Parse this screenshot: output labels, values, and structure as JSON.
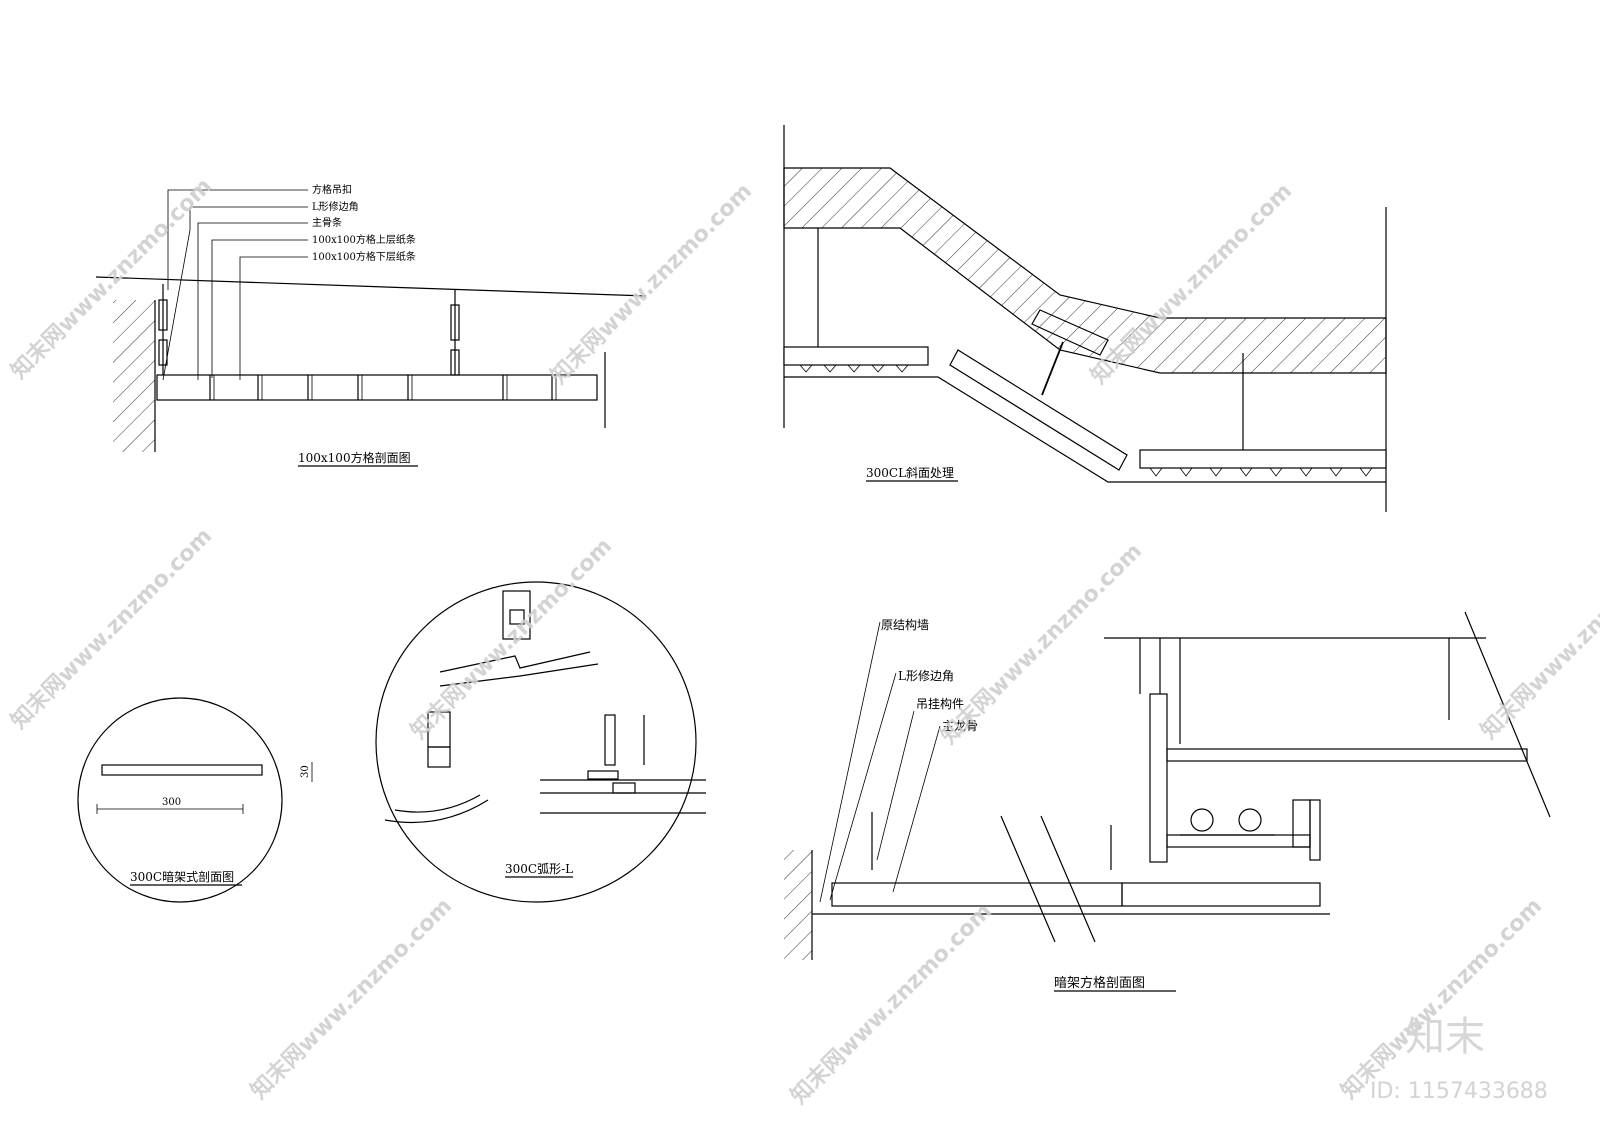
{
  "drawing1": {
    "title": "100x100方格剖面图",
    "callouts": [
      "方格吊扣",
      "L形修边角",
      "主骨条",
      "100x100方格上层纸条",
      "100x100方格下层纸条"
    ]
  },
  "drawing2": {
    "title": "300CL斜面处理"
  },
  "drawing3": {
    "title": "300C暗架式剖面图",
    "dim_width": "300",
    "dim_height": "30"
  },
  "drawing4": {
    "title": "300C弧形-L"
  },
  "drawing5": {
    "title": "暗架方格剖面图",
    "callouts": [
      "原结构墙",
      "L形修边角",
      "吊挂构件",
      "主龙骨"
    ]
  },
  "watermark": {
    "site": "知末网www.znzmo.com",
    "brand": "知末",
    "id": "ID: 1157433688"
  },
  "colors": {
    "line": "#000000",
    "watermark": "#cfcfcf",
    "background": "#ffffff"
  }
}
